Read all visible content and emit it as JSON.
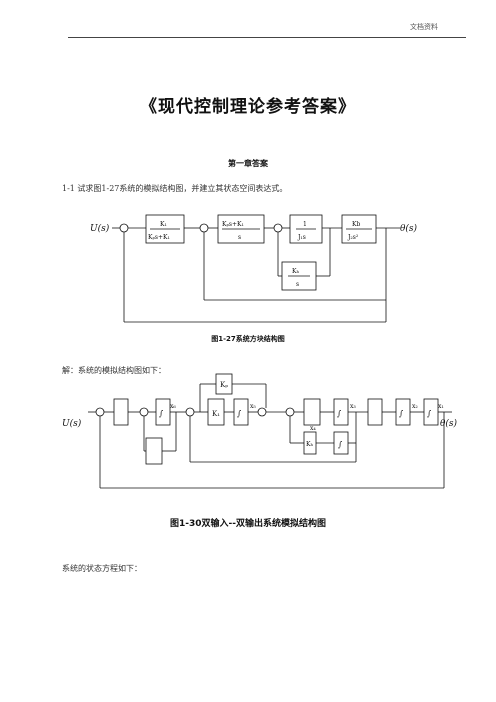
{
  "header": {
    "label": "文档资料"
  },
  "title": "《现代控制理论参考答案》",
  "chapter": "第一章答案",
  "problem": "1-1  试求图1-27系统的模拟结构图，并建立其状态空间表达式。",
  "diagram1": {
    "input": "U(s)",
    "output": "θ(s)",
    "blocks": [
      "K₁ / (Kₚs+K₁)",
      "(Kₚs+K₁) / s",
      "1 / (J₁s)",
      "Kb / (J₂s²)",
      "Kₕ / s"
    ],
    "caption": "图1-27系统方块结构图"
  },
  "solution": "解：系统的模拟结构图如下：",
  "diagram2": {
    "input": "U(s)",
    "output": "θ(s)",
    "states": [
      "x₆",
      "x₅",
      "x₄",
      "x₃",
      "x₂",
      "x₁"
    ],
    "caption": "图1-30双输入--双输出系统模拟结构图"
  },
  "state_equation_intro": "系统的状态方程如下："
}
